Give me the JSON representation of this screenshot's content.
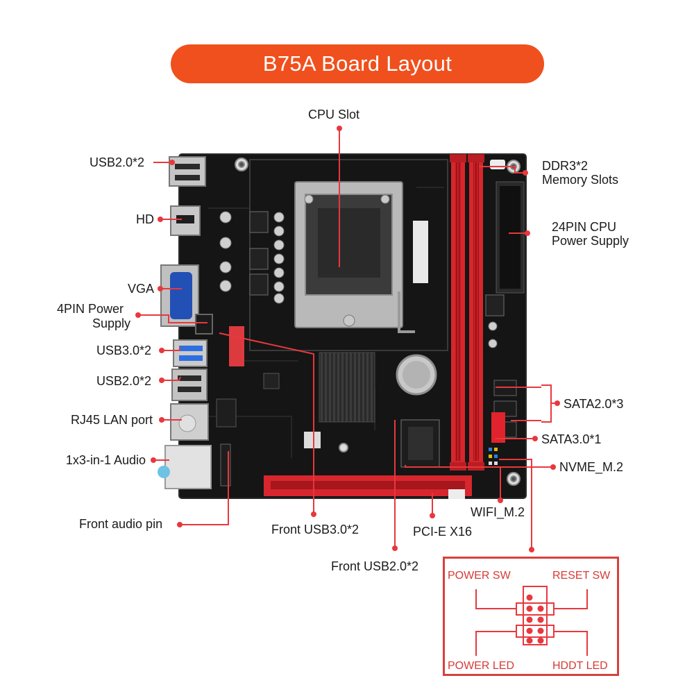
{
  "title": "B75A  Board Layout",
  "colors": {
    "accent": "#f0501d",
    "leader": "#e8383d",
    "pcb": "#141414",
    "slot_red": "#d7262d",
    "pin_red": "#e8383d"
  },
  "labels": {
    "cpu_slot": "CPU Slot",
    "usb20_top": "USB2.0*2",
    "hd": "HD",
    "vga": "VGA",
    "pin4_power_1": "4PIN Power",
    "pin4_power_2": "Supply",
    "usb30": "USB3.0*2",
    "usb20_mid": "USB2.0*2",
    "rj45": "RJ45 LAN port",
    "audio": "1x3-in-1 Audio",
    "front_audio": "Front audio pin",
    "front_usb30": "Front USB3.0*2",
    "pcie": "PCI-E X16",
    "front_usb20": "Front USB2.0*2",
    "ddr3_1": "DDR3*2",
    "ddr3_2": "Memory Slots",
    "pin24_1": "24PIN CPU",
    "pin24_2": "Power Supply",
    "sata2": "SATA2.0*3",
    "sata3": "SATA3.0*1",
    "nvme": "NVME_M.2",
    "wifi": "WIFI_M.2"
  },
  "front_panel_header": {
    "power_sw": "POWER SW",
    "reset_sw": "RESET SW",
    "power_led": "POWER LED",
    "hddt_led": "HDDT LED"
  }
}
